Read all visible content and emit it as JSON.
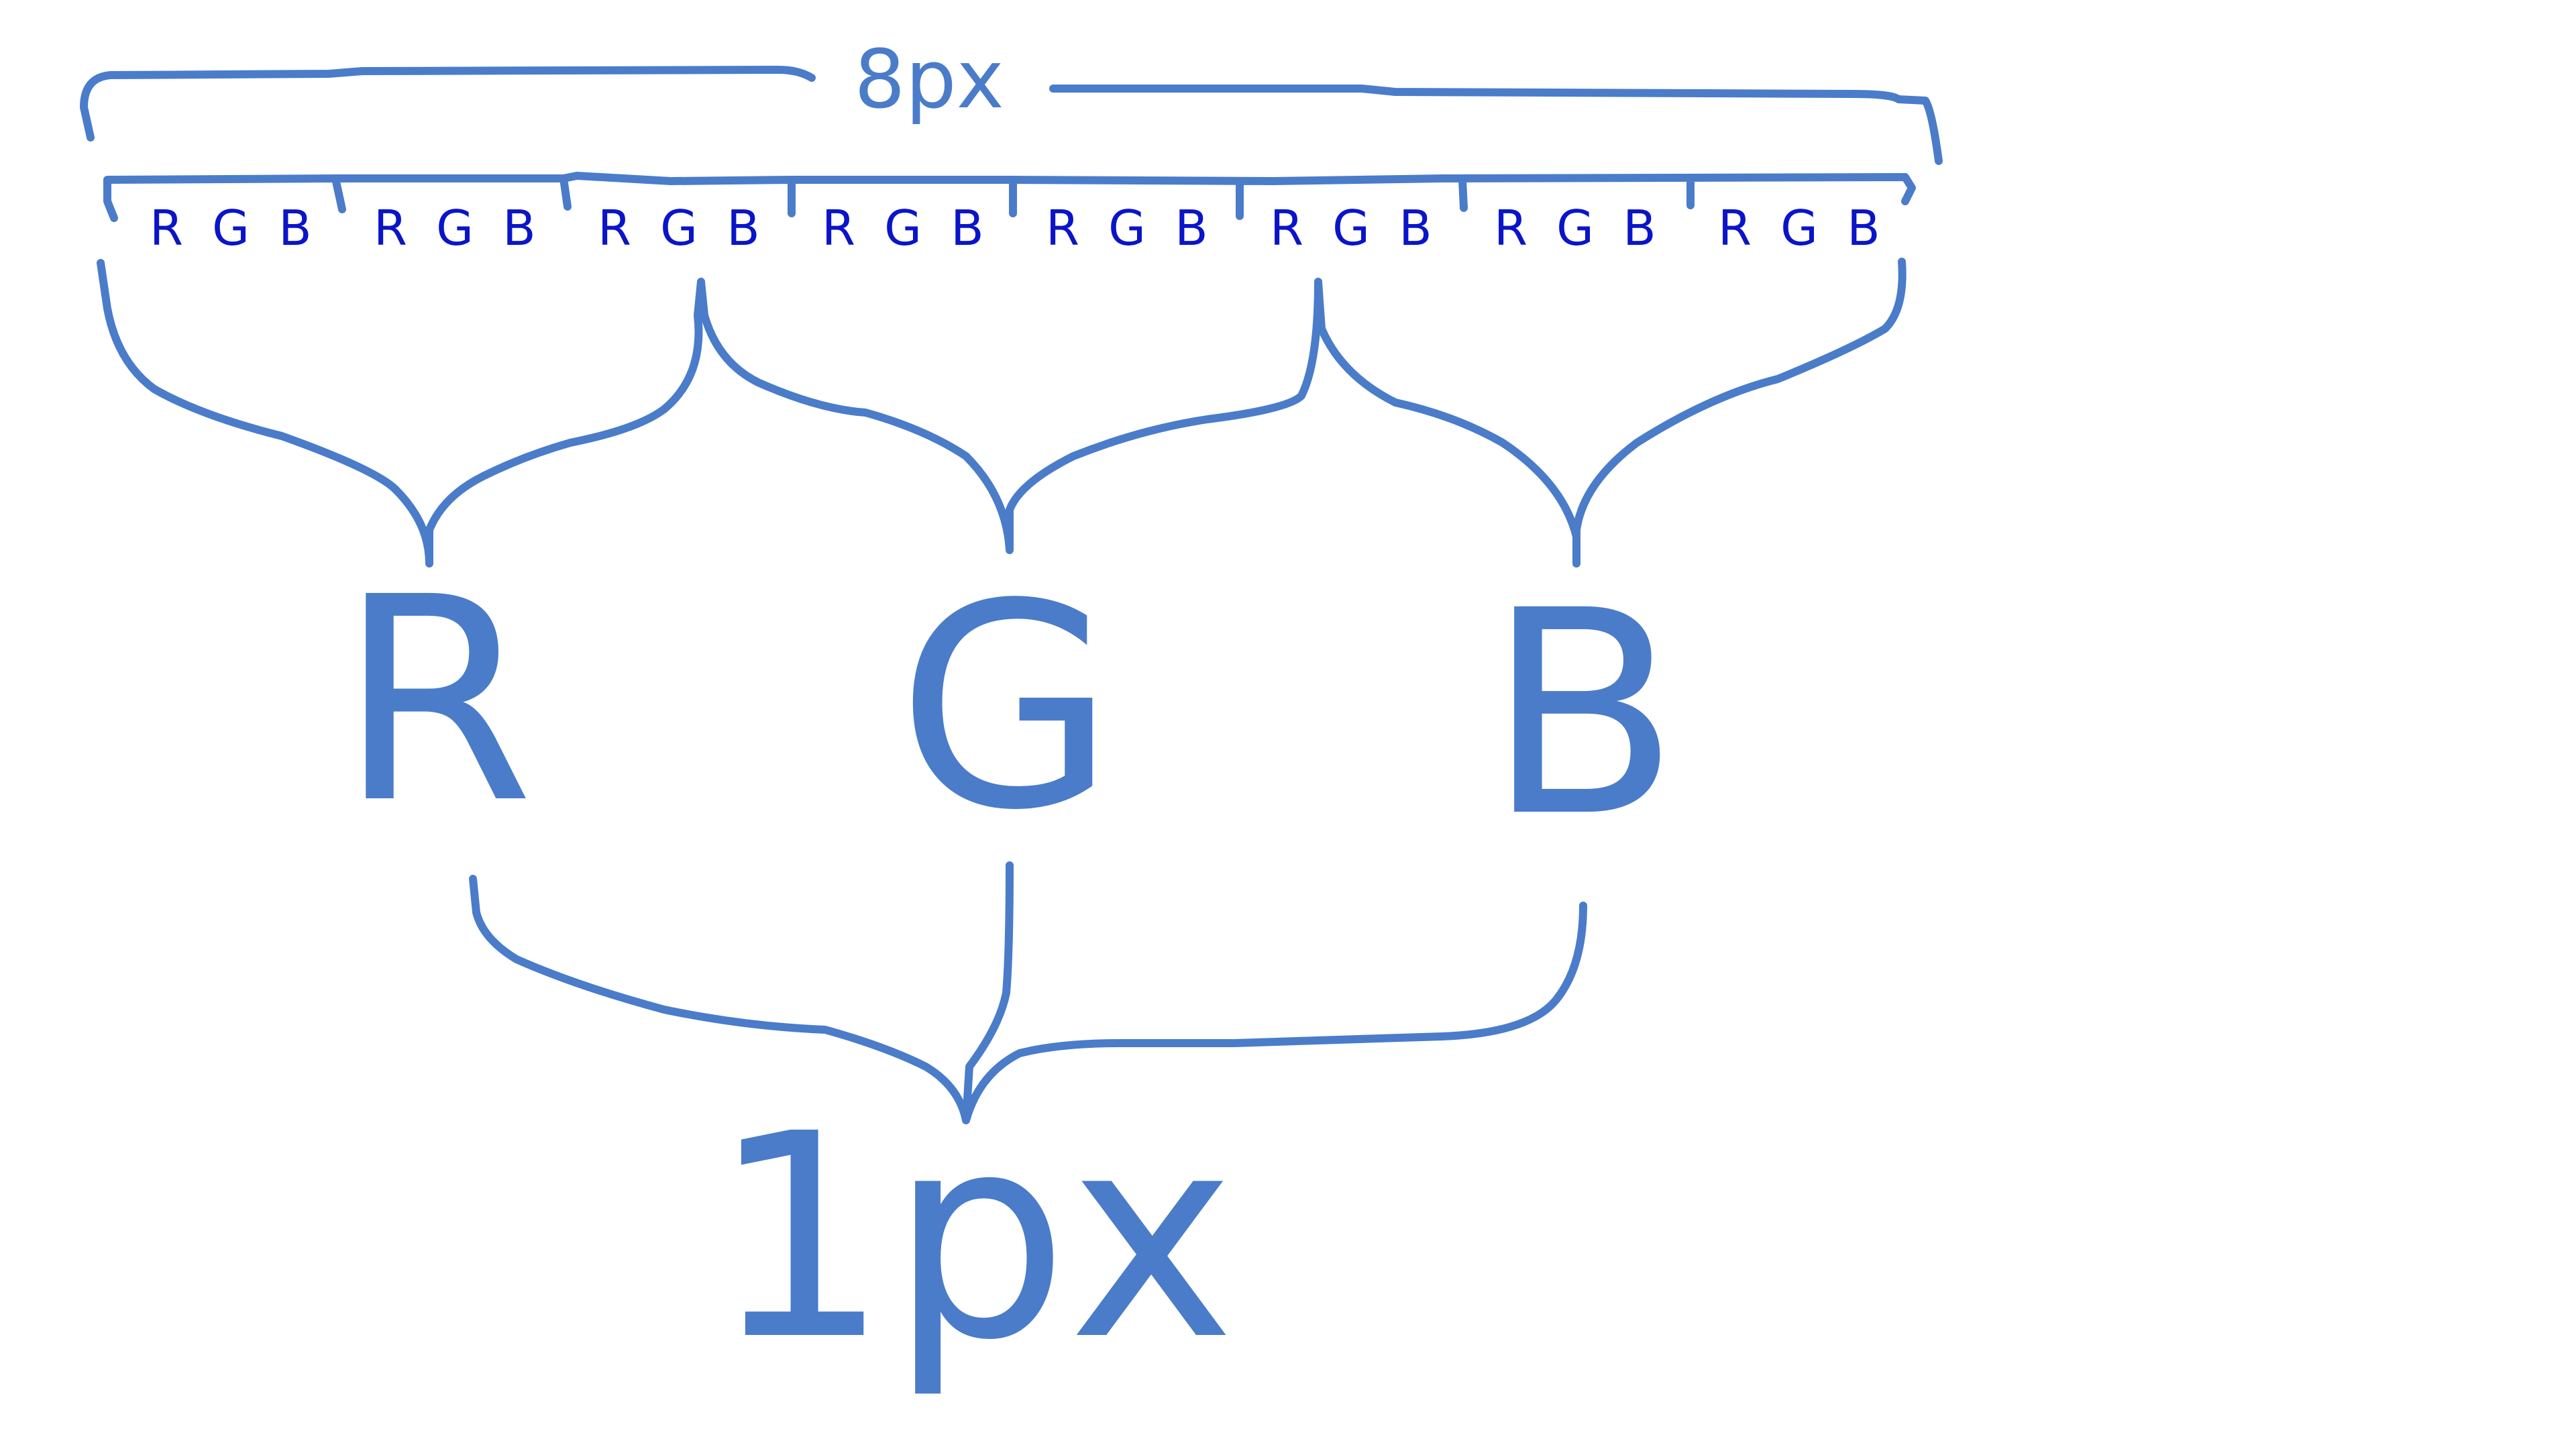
{
  "top_label": "8px",
  "subpixel_groups": [
    {
      "r": "R",
      "g": "G",
      "b": "B"
    },
    {
      "r": "R",
      "g": "G",
      "b": "B"
    },
    {
      "r": "R",
      "g": "G",
      "b": "B"
    },
    {
      "r": "R",
      "g": "G",
      "b": "B"
    },
    {
      "r": "R",
      "g": "G",
      "b": "B"
    },
    {
      "r": "R",
      "g": "G",
      "b": "B"
    },
    {
      "r": "R",
      "g": "G",
      "b": "B"
    },
    {
      "r": "R",
      "g": "G",
      "b": "B"
    }
  ],
  "channels": {
    "r": "R",
    "g": "G",
    "b": "B"
  },
  "bottom_label": "1px",
  "colors": {
    "stroke": "#4a7cc9",
    "small_letters": "#0a14c8"
  }
}
